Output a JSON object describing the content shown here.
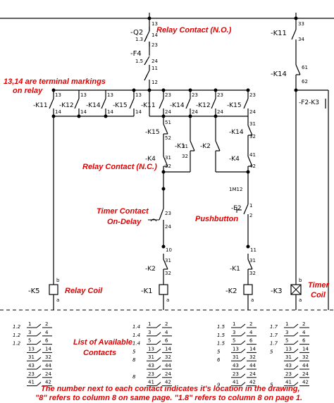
{
  "annotations": {
    "relay_no": "Relay Contact (N.O.)",
    "terminal_1": "13,14 are terminal markings",
    "terminal_2": "on relay",
    "relay_nc": "Relay Contact (N.C.)",
    "timer_1": "Timer Contact",
    "timer_2": "On-Delay",
    "pushbutton": "Pushbutton",
    "relay_coil": "Relay Coil",
    "timer_coil_1": "Timer",
    "timer_coil_2": "Coil",
    "list_1": "List of Available",
    "list_2": "Contacts",
    "footer_1": "The number next to each contact indicates it's location in the drawing,",
    "footer_2": "\"8\" refers to column 8 on same page.  \"1.8\" refers to column 8 on page 1."
  },
  "devices": {
    "q2": "-Q2",
    "q2_sub": "1.3",
    "f4": "-F4",
    "f4_sub": "1.5",
    "k11_top": "-K11",
    "k14_top": "-K14",
    "k11_row": "-K11",
    "k12_row": "-K12",
    "k14_row": "-K14",
    "k15_row": "-K15",
    "k11_row2": "-K11",
    "k14_row2": "-K14",
    "k12_row2": "-K12",
    "k15_row2": "-K15",
    "k15_nc": "-K15",
    "k1_nc": "-K1",
    "k4_nc": "-K4",
    "k14_nc": "-K14",
    "k2_nc": "-K2",
    "k4_nc2": "-K4",
    "m12": "1M12",
    "pb": "-E2",
    "k2_b": "-K2",
    "k1_b": "-K1",
    "f2k3": "-F2-K3",
    "k5": "-K5",
    "k1": "-K1",
    "k2": "-K2",
    "k3": "-K3"
  },
  "terminals": {
    "t13a": "13",
    "t14a": "14",
    "t23a": "23",
    "t24a": "24",
    "t11a": "11",
    "t12a": "12",
    "t33": "33",
    "t34": "34",
    "t61": "61",
    "t62": "62",
    "r13a": "13",
    "r14a": "14",
    "r13b": "13",
    "r14b": "14",
    "r13c": "13",
    "r14c": "14",
    "r13d": "13",
    "r14d": "14",
    "r23a": "23",
    "r24a": "24",
    "r23b": "23",
    "r24b": "24",
    "r23c": "23",
    "r24c": "24",
    "r23d": "23",
    "r24d": "24",
    "n51a": "51",
    "n52a": "52",
    "n31a": "31",
    "n32a": "32",
    "n41a": "41",
    "n42a": "42",
    "n31b": "31",
    "n32b": "32",
    "td23": "23",
    "td24": "24",
    "pb1": "1",
    "pb2": "2",
    "n10": "10",
    "n11": "11",
    "kb31": "31",
    "kb32": "32",
    "kc31": "31",
    "kc32": "32",
    "ca1": "a",
    "ca2": "a",
    "ca3": "a",
    "ca4": "a",
    "cb1": "b",
    "cb2": "b"
  },
  "contact_lists": [
    {
      "rows": [
        [
          "1.2",
          "1",
          "2"
        ],
        [
          "1.2",
          "3",
          "4"
        ],
        [
          "1.2",
          "5",
          "6"
        ],
        [
          "",
          "13",
          "14"
        ],
        [
          "",
          "31",
          "32"
        ],
        [
          "",
          "43",
          "44"
        ],
        [
          "",
          "23",
          "24"
        ],
        [
          "",
          "41",
          "42"
        ]
      ]
    },
    {
      "rows": [
        [
          "1.4",
          "1",
          "2"
        ],
        [
          "1.4",
          "3",
          "4"
        ],
        [
          "1.4",
          "5",
          "6"
        ],
        [
          "5",
          "13",
          "14"
        ],
        [
          "8",
          "31",
          "32"
        ],
        [
          "",
          "43",
          "44"
        ],
        [
          "8",
          "23",
          "24"
        ],
        [
          "",
          "41",
          "42"
        ]
      ]
    },
    {
      "rows": [
        [
          "1.5",
          "1",
          "2"
        ],
        [
          "1.5",
          "3",
          "4"
        ],
        [
          "1.5",
          "5",
          "6"
        ],
        [
          "5",
          "13",
          "14"
        ],
        [
          "6",
          "31",
          "32"
        ],
        [
          "",
          "43",
          "44"
        ],
        [
          "",
          "23",
          "24"
        ],
        [
          "9",
          "41",
          "42"
        ]
      ]
    },
    {
      "rows": [
        [
          "1.7",
          "1",
          "2"
        ],
        [
          "1.7",
          "3",
          "4"
        ],
        [
          "1.7",
          "5",
          "6"
        ],
        [
          "5",
          "13",
          "14"
        ],
        [
          "",
          "31",
          "32"
        ],
        [
          "",
          "43",
          "44"
        ],
        [
          "",
          "23",
          "24"
        ],
        [
          "5",
          "41",
          "42"
        ]
      ]
    }
  ]
}
